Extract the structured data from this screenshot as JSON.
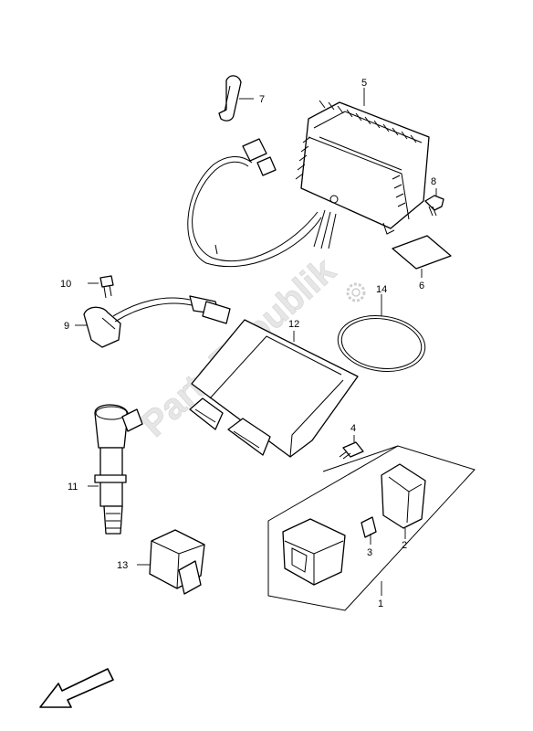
{
  "watermark": {
    "text": "PartsRepublik"
  },
  "callouts": [
    {
      "id": "1",
      "label": "1",
      "part": "fuse-box-assembly"
    },
    {
      "id": "2",
      "label": "2",
      "part": "fuse-box-cover"
    },
    {
      "id": "3",
      "label": "3",
      "part": "fuse"
    },
    {
      "id": "4",
      "label": "4",
      "part": "bolt"
    },
    {
      "id": "5",
      "label": "5",
      "part": "regulator-rectifier"
    },
    {
      "id": "6",
      "label": "6",
      "part": "pad"
    },
    {
      "id": "7",
      "label": "7",
      "part": "clamp"
    },
    {
      "id": "8",
      "label": "8",
      "part": "screw"
    },
    {
      "id": "9",
      "label": "9",
      "part": "sensor"
    },
    {
      "id": "10",
      "label": "10",
      "part": "bolt"
    },
    {
      "id": "11",
      "label": "11",
      "part": "ignition-coil"
    },
    {
      "id": "12",
      "label": "12",
      "part": "ecm"
    },
    {
      "id": "13",
      "label": "13",
      "part": "relay"
    },
    {
      "id": "14",
      "label": "14",
      "part": "o-ring"
    }
  ],
  "icons": {
    "front": "front-direction-arrow-icon",
    "gear": "gear-icon"
  }
}
